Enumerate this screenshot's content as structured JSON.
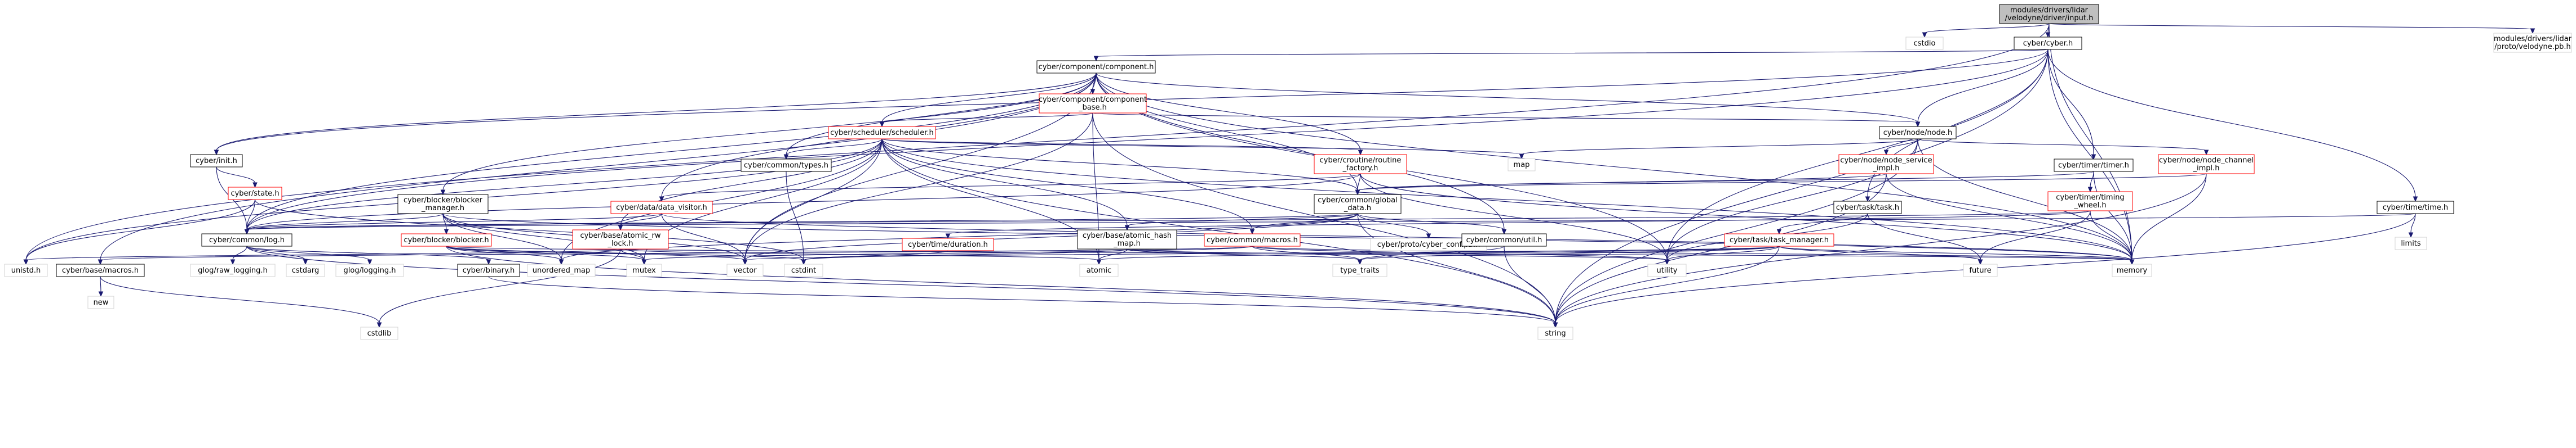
{
  "colors": {
    "root_fill": "#bfbfbf",
    "node_fill": "#ffffff",
    "node_stroke": "#000000",
    "red_node_stroke": "#ff0000",
    "system_node_stroke": "#d3d3d3",
    "edge": "#191970",
    "text": "#000000"
  },
  "nodes": [
    {
      "id": "root",
      "lines": [
        "modules/drivers/lidar",
        "/velodyne/driver/input.h"
      ],
      "kind": "root"
    },
    {
      "id": "cstdio",
      "lines": [
        "cstdio"
      ],
      "kind": "system"
    },
    {
      "id": "cyber_h",
      "lines": [
        "cyber/cyber.h"
      ],
      "kind": "normal"
    },
    {
      "id": "velodyne_pb",
      "lines": [
        "modules/drivers/lidar",
        "/proto/velodyne.pb.h"
      ],
      "kind": "system"
    },
    {
      "id": "component",
      "lines": [
        "cyber/component/component.h"
      ],
      "kind": "normal"
    },
    {
      "id": "component_base",
      "lines": [
        "cyber/component/component",
        "_base.h"
      ],
      "kind": "red"
    },
    {
      "id": "scheduler",
      "lines": [
        "cyber/scheduler/scheduler.h"
      ],
      "kind": "red"
    },
    {
      "id": "node_h",
      "lines": [
        "cyber/node/node.h"
      ],
      "kind": "normal"
    },
    {
      "id": "map",
      "lines": [
        "map"
      ],
      "kind": "system"
    },
    {
      "id": "init_h",
      "lines": [
        "cyber/init.h"
      ],
      "kind": "normal"
    },
    {
      "id": "state_h",
      "lines": [
        "cyber/state.h"
      ],
      "kind": "red"
    },
    {
      "id": "blocker_manager",
      "lines": [
        "cyber/blocker/blocker",
        "_manager.h"
      ],
      "kind": "normal"
    },
    {
      "id": "common_types",
      "lines": [
        "cyber/common/types.h"
      ],
      "kind": "normal"
    },
    {
      "id": "routine_factory",
      "lines": [
        "cyber/croutine/routine",
        "_factory.h"
      ],
      "kind": "red"
    },
    {
      "id": "data_visitor",
      "lines": [
        "cyber/data/data_visitor.h"
      ],
      "kind": "red"
    },
    {
      "id": "global_data",
      "lines": [
        "cyber/common/global",
        "_data.h"
      ],
      "kind": "normal"
    },
    {
      "id": "node_service_impl",
      "lines": [
        "cyber/node/node_service",
        "_impl.h"
      ],
      "kind": "red"
    },
    {
      "id": "timer_h",
      "lines": [
        "cyber/timer/timer.h"
      ],
      "kind": "normal"
    },
    {
      "id": "node_channel_impl",
      "lines": [
        "cyber/node/node_channel",
        "_impl.h"
      ],
      "kind": "red"
    },
    {
      "id": "timing_wheel",
      "lines": [
        "cyber/timer/timing",
        "_wheel.h"
      ],
      "kind": "red"
    },
    {
      "id": "task_h",
      "lines": [
        "cyber/task/task.h"
      ],
      "kind": "normal"
    },
    {
      "id": "time_h",
      "lines": [
        "cyber/time/time.h"
      ],
      "kind": "normal"
    },
    {
      "id": "limits",
      "lines": [
        "limits"
      ],
      "kind": "system"
    },
    {
      "id": "blocker_h",
      "lines": [
        "cyber/blocker/blocker.h"
      ],
      "kind": "red"
    },
    {
      "id": "atomic_rw_lock",
      "lines": [
        "cyber/base/atomic_rw",
        "_lock.h"
      ],
      "kind": "red"
    },
    {
      "id": "time_duration",
      "lines": [
        "cyber/time/duration.h"
      ],
      "kind": "red"
    },
    {
      "id": "atomic_hash_map",
      "lines": [
        "cyber/base/atomic_hash",
        "_map.h"
      ],
      "kind": "normal"
    },
    {
      "id": "common_macros",
      "lines": [
        "cyber/common/macros.h"
      ],
      "kind": "red"
    },
    {
      "id": "cyber_conf_pb",
      "lines": [
        "cyber/proto/cyber_conf.pb.h"
      ],
      "kind": "system"
    },
    {
      "id": "common_util",
      "lines": [
        "cyber/common/util.h"
      ],
      "kind": "normal"
    },
    {
      "id": "task_manager",
      "lines": [
        "cyber/task/task_manager.h"
      ],
      "kind": "red"
    },
    {
      "id": "log_h",
      "lines": [
        "cyber/common/log.h"
      ],
      "kind": "normal"
    },
    {
      "id": "unistd",
      "lines": [
        "unistd.h"
      ],
      "kind": "system"
    },
    {
      "id": "base_macros",
      "lines": [
        "cyber/base/macros.h"
      ],
      "kind": "normal"
    },
    {
      "id": "new",
      "lines": [
        "new"
      ],
      "kind": "system"
    },
    {
      "id": "cstdlib",
      "lines": [
        "cstdlib"
      ],
      "kind": "system"
    },
    {
      "id": "glog_raw",
      "lines": [
        "glog/raw_logging.h"
      ],
      "kind": "system"
    },
    {
      "id": "cstdarg",
      "lines": [
        "cstdarg"
      ],
      "kind": "system"
    },
    {
      "id": "glog",
      "lines": [
        "glog/logging.h"
      ],
      "kind": "system"
    },
    {
      "id": "binary_h",
      "lines": [
        "cyber/binary.h"
      ],
      "kind": "normal"
    },
    {
      "id": "unordered_map",
      "lines": [
        "unordered_map"
      ],
      "kind": "system"
    },
    {
      "id": "mutex",
      "lines": [
        "mutex"
      ],
      "kind": "system"
    },
    {
      "id": "vector",
      "lines": [
        "vector"
      ],
      "kind": "system"
    },
    {
      "id": "cstdint",
      "lines": [
        "cstdint"
      ],
      "kind": "system"
    },
    {
      "id": "atomic",
      "lines": [
        "atomic"
      ],
      "kind": "system"
    },
    {
      "id": "type_traits",
      "lines": [
        "type_traits"
      ],
      "kind": "system"
    },
    {
      "id": "utility",
      "lines": [
        "utility"
      ],
      "kind": "system"
    },
    {
      "id": "future",
      "lines": [
        "future"
      ],
      "kind": "system"
    },
    {
      "id": "memory",
      "lines": [
        "memory"
      ],
      "kind": "system"
    },
    {
      "id": "string",
      "lines": [
        "string"
      ],
      "kind": "system"
    }
  ],
  "edges": [
    [
      "root",
      "cstdio"
    ],
    [
      "root",
      "cyber_h"
    ],
    [
      "root",
      "velodyne_pb"
    ],
    [
      "root",
      "unistd"
    ],
    [
      "root",
      "memory"
    ],
    [
      "cyber_h",
      "component"
    ],
    [
      "cyber_h",
      "node_h"
    ],
    [
      "cyber_h",
      "init_h"
    ],
    [
      "cyber_h",
      "task_h"
    ],
    [
      "cyber_h",
      "timer_h"
    ],
    [
      "cyber_h",
      "time_h"
    ],
    [
      "cyber_h",
      "log_h"
    ],
    [
      "cyber_h",
      "utility"
    ],
    [
      "cyber_h",
      "memory"
    ],
    [
      "cyber_h",
      "string"
    ],
    [
      "component",
      "component_base"
    ],
    [
      "component",
      "scheduler"
    ],
    [
      "component",
      "init_h"
    ],
    [
      "component",
      "blocker_manager"
    ],
    [
      "component",
      "common_types"
    ],
    [
      "component",
      "routine_factory"
    ],
    [
      "component",
      "data_visitor"
    ],
    [
      "component",
      "global_data"
    ],
    [
      "component",
      "common_util"
    ],
    [
      "component",
      "base_macros"
    ],
    [
      "component",
      "log_h"
    ],
    [
      "component",
      "node_h"
    ],
    [
      "component",
      "utility"
    ],
    [
      "component",
      "memory"
    ],
    [
      "component",
      "vector"
    ],
    [
      "component_base",
      "scheduler"
    ],
    [
      "component_base",
      "node_h"
    ],
    [
      "component_base",
      "atomic"
    ],
    [
      "component_base",
      "vector"
    ],
    [
      "component_base",
      "string"
    ],
    [
      "scheduler",
      "map"
    ],
    [
      "scheduler",
      "common_types"
    ],
    [
      "scheduler",
      "routine_factory"
    ],
    [
      "scheduler",
      "global_data"
    ],
    [
      "scheduler",
      "atomic_rw_lock"
    ],
    [
      "scheduler",
      "atomic_hash_map"
    ],
    [
      "scheduler",
      "common_macros"
    ],
    [
      "scheduler",
      "log_h"
    ],
    [
      "scheduler",
      "unistd"
    ],
    [
      "scheduler",
      "mutex"
    ],
    [
      "scheduler",
      "vector"
    ],
    [
      "scheduler",
      "atomic"
    ],
    [
      "scheduler",
      "string"
    ],
    [
      "scheduler",
      "memory"
    ],
    [
      "scheduler",
      "unordered_map"
    ],
    [
      "node_h",
      "map"
    ],
    [
      "node_h",
      "node_service_impl"
    ],
    [
      "node_h",
      "node_channel_impl"
    ],
    [
      "node_h",
      "utility"
    ],
    [
      "node_h",
      "memory"
    ],
    [
      "node_h",
      "string"
    ],
    [
      "init_h",
      "state_h"
    ],
    [
      "init_h",
      "log_h"
    ],
    [
      "state_h",
      "log_h"
    ],
    [
      "state_h",
      "unistd"
    ],
    [
      "state_h",
      "cstdint"
    ],
    [
      "blocker_manager",
      "blocker_h"
    ],
    [
      "blocker_manager",
      "log_h"
    ],
    [
      "blocker_manager",
      "unordered_map"
    ],
    [
      "blocker_manager",
      "mutex"
    ],
    [
      "blocker_manager",
      "memory"
    ],
    [
      "blocker_manager",
      "vector"
    ],
    [
      "common_types",
      "cstdint"
    ],
    [
      "routine_factory",
      "data_visitor"
    ],
    [
      "routine_factory",
      "global_data"
    ],
    [
      "routine_factory",
      "log_h"
    ],
    [
      "routine_factory",
      "utility"
    ],
    [
      "routine_factory",
      "memory"
    ],
    [
      "data_visitor",
      "log_h"
    ],
    [
      "data_visitor",
      "vector"
    ],
    [
      "data_visitor",
      "memory"
    ],
    [
      "data_visitor",
      "atomic_rw_lock"
    ],
    [
      "global_data",
      "atomic_hash_map"
    ],
    [
      "global_data",
      "common_macros"
    ],
    [
      "global_data",
      "cyber_conf_pb"
    ],
    [
      "global_data",
      "common_util"
    ],
    [
      "global_data",
      "log_h"
    ],
    [
      "global_data",
      "string"
    ],
    [
      "global_data",
      "vector"
    ],
    [
      "global_data",
      "unordered_map"
    ],
    [
      "node_service_impl",
      "global_data"
    ],
    [
      "node_service_impl",
      "memory"
    ],
    [
      "node_service_impl",
      "string"
    ],
    [
      "timer_h",
      "timing_wheel"
    ],
    [
      "timer_h",
      "memory"
    ],
    [
      "timer_h",
      "global_data"
    ],
    [
      "node_channel_impl",
      "global_data"
    ],
    [
      "node_channel_impl",
      "memory"
    ],
    [
      "node_channel_impl",
      "string"
    ],
    [
      "timing_wheel",
      "log_h"
    ],
    [
      "timing_wheel",
      "future"
    ],
    [
      "timing_wheel",
      "memory"
    ],
    [
      "timing_wheel",
      "time_duration"
    ],
    [
      "task_h",
      "task_manager"
    ],
    [
      "task_h",
      "future"
    ],
    [
      "task_h",
      "utility"
    ],
    [
      "time_h",
      "limits"
    ],
    [
      "time_h",
      "string"
    ],
    [
      "time_h",
      "log_h"
    ],
    [
      "blocker_h",
      "mutex"
    ],
    [
      "blocker_h",
      "vector"
    ],
    [
      "blocker_h",
      "unordered_map"
    ],
    [
      "blocker_h",
      "cstdint"
    ],
    [
      "blocker_h",
      "string"
    ],
    [
      "blocker_h",
      "memory"
    ],
    [
      "atomic_rw_lock",
      "unistd"
    ],
    [
      "atomic_rw_lock",
      "atomic"
    ],
    [
      "atomic_rw_lock",
      "mutex"
    ],
    [
      "atomic_rw_lock",
      "cstdlib"
    ],
    [
      "time_duration",
      "cstdint"
    ],
    [
      "atomic_hash_map",
      "atomic"
    ],
    [
      "atomic_hash_map",
      "type_traits"
    ],
    [
      "atomic_hash_map",
      "utility"
    ],
    [
      "atomic_hash_map",
      "cstdint"
    ],
    [
      "common_macros",
      "base_macros"
    ],
    [
      "common_macros",
      "iostream_none"
    ],
    [
      "common_macros",
      "mutex"
    ],
    [
      "common_macros",
      "type_traits"
    ],
    [
      "common_macros",
      "memory"
    ],
    [
      "common_macros",
      "utility"
    ],
    [
      "common_util",
      "string"
    ],
    [
      "common_util",
      "type_traits"
    ],
    [
      "task_manager",
      "atomic"
    ],
    [
      "task_manager",
      "future"
    ],
    [
      "task_manager",
      "memory"
    ],
    [
      "task_manager",
      "string"
    ],
    [
      "task_manager",
      "utility"
    ],
    [
      "task_manager",
      "vector"
    ],
    [
      "task_manager",
      "type_traits"
    ],
    [
      "log_h",
      "glog_raw"
    ],
    [
      "log_h",
      "cstdarg"
    ],
    [
      "log_h",
      "glog"
    ],
    [
      "log_h",
      "binary_h"
    ],
    [
      "log_h",
      "string"
    ],
    [
      "base_macros",
      "new"
    ],
    [
      "base_macros",
      "cstdlib"
    ],
    [
      "binary_h",
      "string"
    ]
  ]
}
